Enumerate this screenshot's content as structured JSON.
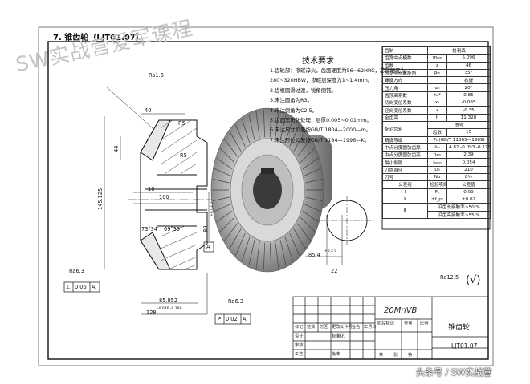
{
  "document": {
    "heading": "7. 锥齿轮（LJT01.07）",
    "watermark": "SW实战营爱军课程",
    "footer_brand": "头条号 / SW实战营"
  },
  "tech_requirements": {
    "title": "技术要求",
    "items": [
      "1.齿轮部：渗碳淬火，齿面硬度为56~62HRC，芯部硬度为",
      "  280~320HBW，渗碳层深度为1~1.4mm。",
      "2.齿根圆滑过渡，锐角倒钝。",
      "3.未注圆角为R3。",
      "4.未注倒角为C2.5。",
      "5.齿面黑斑化处理，层厚0.005~0.01mm。",
      "6.未注尺寸公差按GB/T 1804—2000—m。",
      "7.未注形位公差按GB/T 1184—1996—K。"
    ]
  },
  "dimensions": {
    "ra16": "Ra1.6",
    "d40": "40",
    "r5a": "R5",
    "r5b": "R5",
    "d44": "44",
    "d145": "145.125",
    "d10": "10",
    "d100": "100",
    "d80": "80",
    "d80_tol": "+0.03 0",
    "angle1": "73°34′",
    "angle2": "69°39′",
    "ra63a": "Ra6.3",
    "tol_a_sym": "⊥",
    "tol_a_val": "0.06",
    "tol_a_ref": "A",
    "datum_a": "A",
    "d85852": "85.852",
    "d128": "128",
    "d128_tol": "-0.076 -0.189",
    "ra63b": "Ra6.3",
    "tol_b_sym": "↗",
    "tol_b_val": "0.02",
    "tol_b_ref": "A",
    "d854": "85.4",
    "d854_tol": "+0.2 0",
    "d22": "22",
    "rough_general": "Ra12.5",
    "rough_check": "(√)"
  },
  "params": {
    "header_left": "齿制",
    "header_right": "格利森",
    "rows": [
      {
        "label": "齿宽中点模数",
        "sym": "mₘₙ",
        "val": "5.096"
      },
      {
        "label": "齿数",
        "sym": "z",
        "val": "46"
      },
      {
        "label": "齿宽中点螺旋角",
        "sym": "βₘ",
        "val": "35°"
      },
      {
        "label": "螺旋方向",
        "sym": "",
        "val": "右旋"
      },
      {
        "label": "压力角",
        "sym": "αₙ",
        "val": "20°"
      },
      {
        "label": "齿顶高系数",
        "sym": "hₐ*",
        "val": "0.85"
      },
      {
        "label": "切向变位系数",
        "sym": "x₁",
        "val": "-0.085"
      },
      {
        "label": "径向变位系数",
        "sym": "x",
        "val": "-0.35"
      },
      {
        "label": "全齿高",
        "sym": "h",
        "val": "11.328"
      }
    ],
    "mate_label": "配对齿轮",
    "mate_no_label": "图号",
    "mate_teeth_label": "齿数",
    "mate_teeth_val": "15",
    "accuracy_label": "精度等级",
    "accuracy_val": "7d(GB/T 11365—1989)",
    "more_rows": [
      {
        "label": "中点分度圆弦齿厚",
        "sym": "s̄ₘ",
        "val": "4.82 -0.093 -0.175"
      },
      {
        "label": "中点分度圆弦齿高",
        "sym": "h̄ₐₘ",
        "val": "2.39"
      },
      {
        "label": "最小侧隙",
        "sym": "jₙₘᵢₙ",
        "val": "0.054"
      },
      {
        "label": "刀盘直径",
        "sym": "D₀",
        "val": "210"
      },
      {
        "label": "刀号",
        "sym": "No",
        "val": "8½"
      }
    ],
    "tol_group_label": "公差组",
    "check_item_label": "检验项目",
    "check_val_label": "公差值",
    "checks": [
      {
        "group": "Ⅰ",
        "sym": "Fₚ",
        "val": "0.09"
      },
      {
        "group": "Ⅱ",
        "sym": "±f_pt",
        "val": "±0.02"
      },
      {
        "group": "Ⅲ",
        "sym": "沿齿长接触率>50 %",
        "val": ""
      },
      {
        "group": "",
        "sym": "沿齿高接触率>55 %",
        "val": ""
      }
    ]
  },
  "title_block": {
    "material": "20MnVB",
    "part_name": "锥齿轮",
    "drawing_no": "LJT01.07",
    "cells": {
      "biaoji": "标记",
      "chushu": "处数",
      "fenqu": "分区",
      "gengai": "更改文件号",
      "qianming": "签名",
      "nianyueri": "年月日",
      "sheji": "设计",
      "biaozhunhua": "标准化",
      "shenhe": "审核",
      "gongyi": "工艺",
      "pizhun": "批准",
      "jieduan": "阶段标记",
      "zhongliang": "重量",
      "bili": "比例",
      "gong": "共",
      "zhang": "张",
      "di": "第"
    }
  }
}
